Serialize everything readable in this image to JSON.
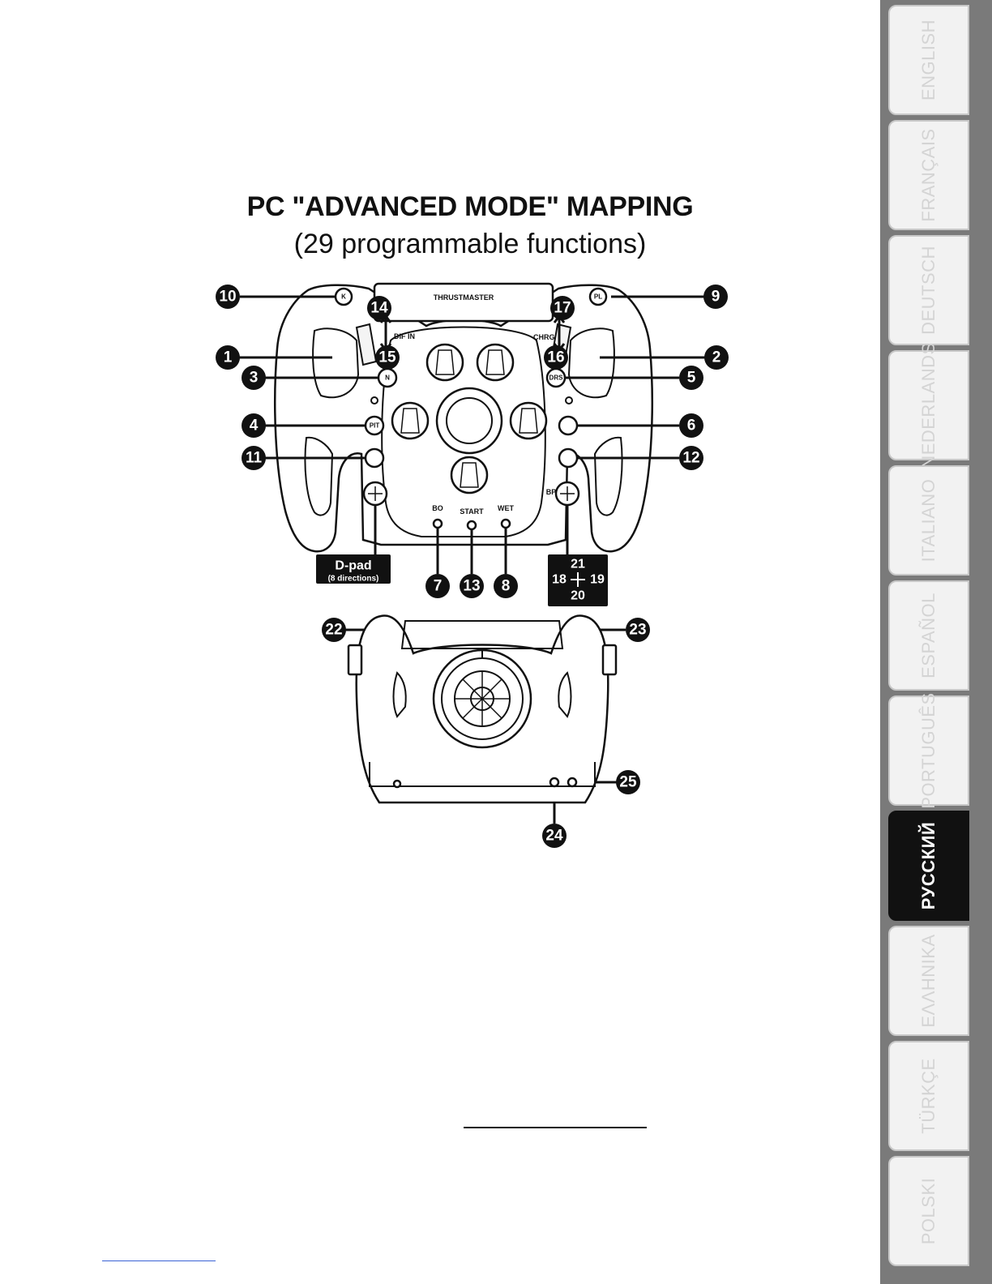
{
  "title": "PC \"ADVANCED MODE\" MAPPING",
  "subtitle": "(29 programmable functions)",
  "brand": "THRUSTMASTER",
  "wheel_labels": {
    "dif_in": "DIF IN",
    "chrg": "CHRG",
    "bo": "BO",
    "start": "START",
    "wet": "WET",
    "bp": "BP",
    "n": "N",
    "pit": "PIT",
    "drs": "DRS",
    "k": "K",
    "pl": "PL"
  },
  "dpad_box": {
    "title": "D-pad",
    "sub": "(8 directions)"
  },
  "pov_box": {
    "up": "21",
    "left": "18",
    "right": "19",
    "down": "20"
  },
  "callouts": [
    "10",
    "14",
    "17",
    "9",
    "1",
    "15",
    "16",
    "2",
    "3",
    "5",
    "4",
    "6",
    "11",
    "12",
    "7",
    "13",
    "8",
    "22",
    "23",
    "25",
    "24"
  ],
  "tabs": [
    {
      "label": "ENGLISH",
      "active": false
    },
    {
      "label": "FRANÇAIS",
      "active": false
    },
    {
      "label": "DEUTSCH",
      "active": false
    },
    {
      "label": "NEDERLANDS",
      "active": false
    },
    {
      "label": "ITALIANO",
      "active": false
    },
    {
      "label": "ESPAÑOL",
      "active": false
    },
    {
      "label": "PORTUGUÊS",
      "active": false
    },
    {
      "label": "РУССКИЙ",
      "active": true
    },
    {
      "label": "ΕΛΛΗΝΙΚΑ",
      "active": false
    },
    {
      "label": "TÜRKÇE",
      "active": false
    },
    {
      "label": "POLSKI",
      "active": false
    }
  ]
}
